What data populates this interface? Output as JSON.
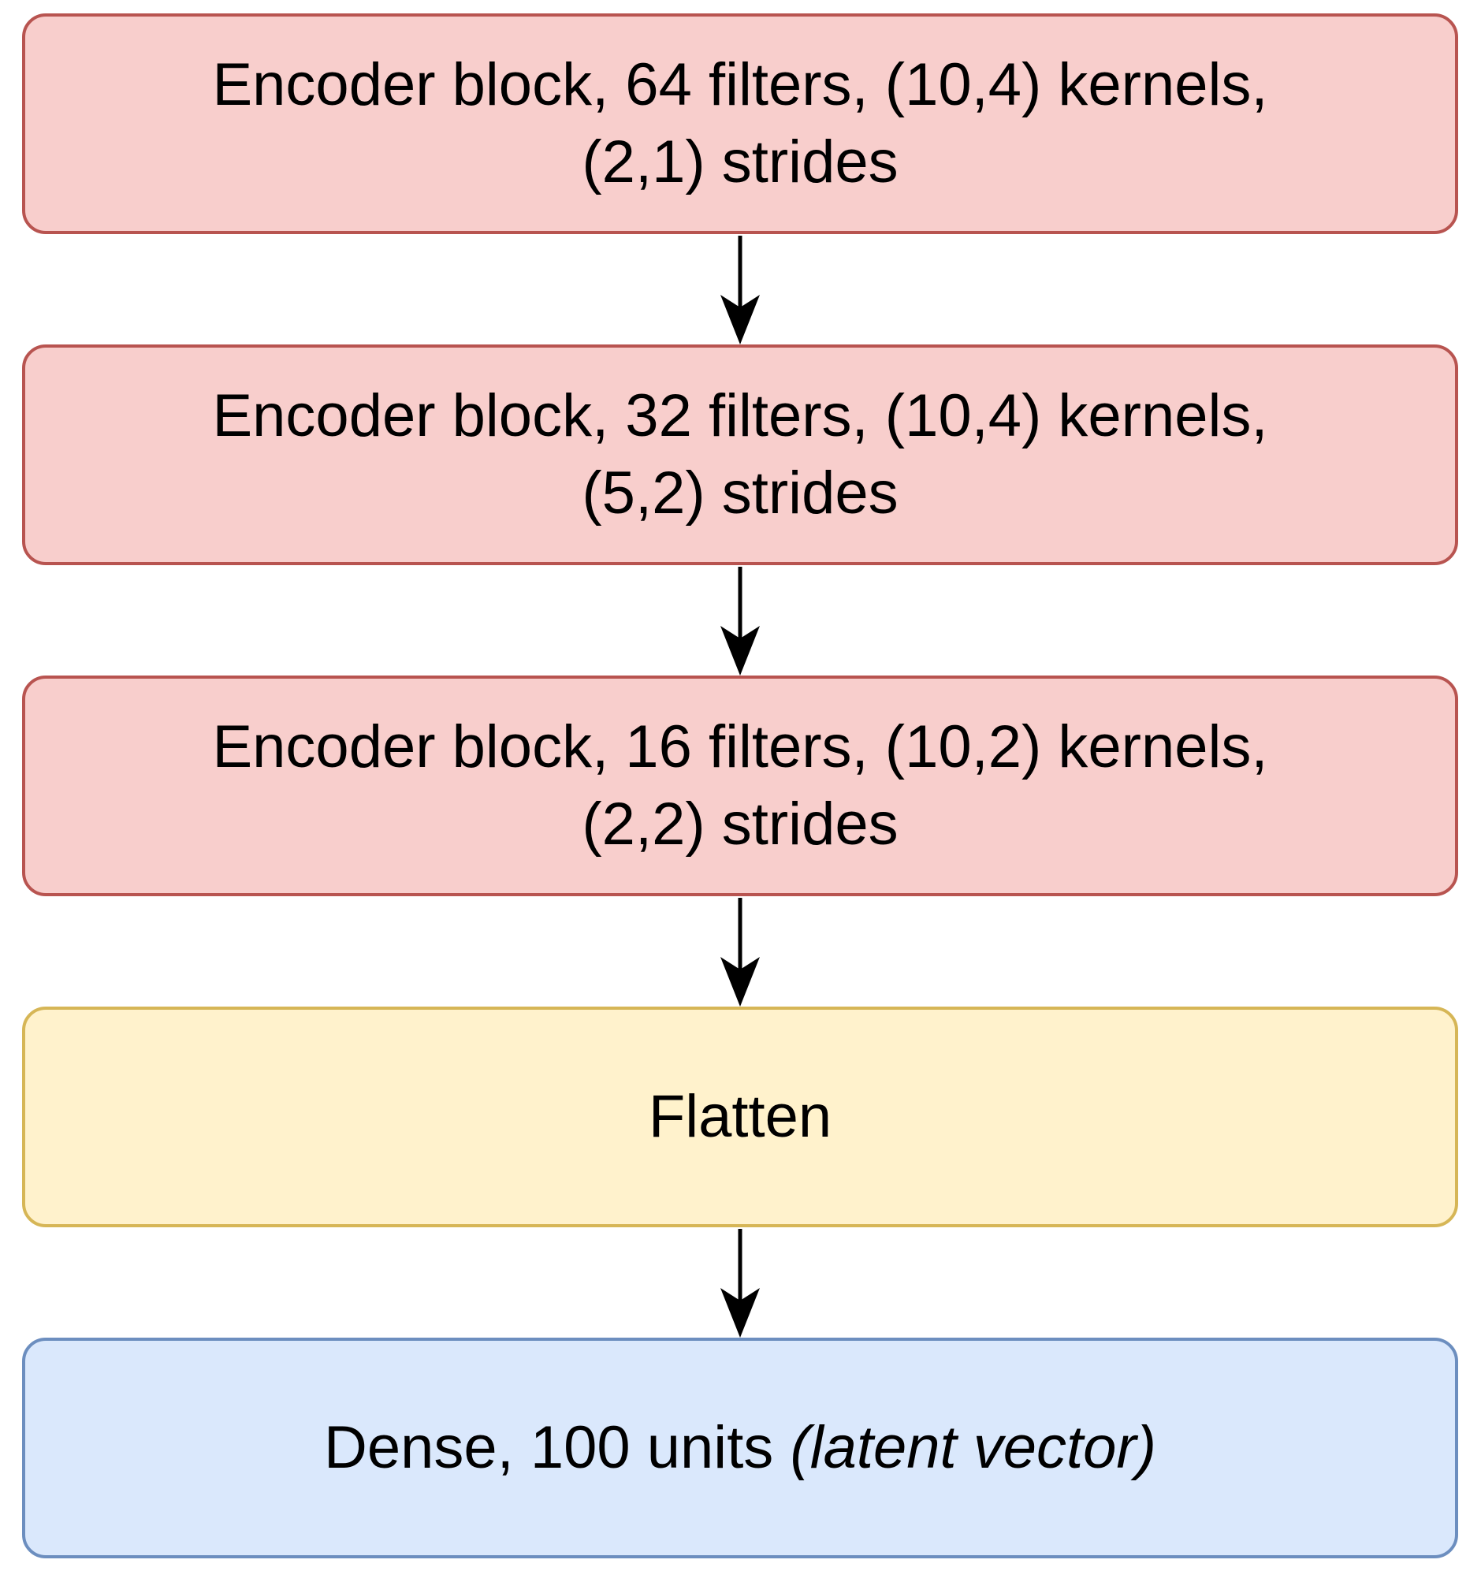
{
  "blocks": [
    {
      "id": "encoder-1",
      "line1": "Encoder block, 64 filters, (10,4) kernels,",
      "line2": "(2,1) strides"
    },
    {
      "id": "encoder-2",
      "line1": "Encoder block, 32 filters, (10,4) kernels,",
      "line2": "(5,2) strides"
    },
    {
      "id": "encoder-3",
      "line1": "Encoder block, 16 filters, (10,2) kernels,",
      "line2": "(2,2) strides"
    },
    {
      "id": "flatten",
      "label": "Flatten"
    },
    {
      "id": "dense",
      "label_main": "Dense, 100 units ",
      "label_italic": "(latent vector)"
    }
  ],
  "colors": {
    "encoder_fill": "#f8cecc",
    "encoder_border": "#b85450",
    "flatten_fill": "#fff2cc",
    "flatten_border": "#d6b656",
    "dense_fill": "#dae8fc",
    "dense_border": "#6c8ebf",
    "arrow": "#000000"
  }
}
